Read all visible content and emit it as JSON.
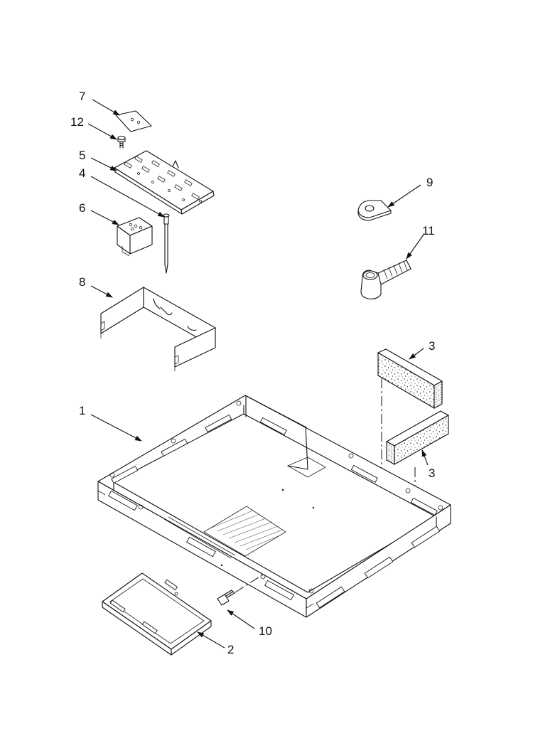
{
  "diagram": {
    "part_labels": [
      {
        "id": "7",
        "text": "7"
      },
      {
        "id": "12",
        "text": "12"
      },
      {
        "id": "5",
        "text": "5"
      },
      {
        "id": "4",
        "text": "4"
      },
      {
        "id": "6",
        "text": "6"
      },
      {
        "id": "8",
        "text": "8"
      },
      {
        "id": "9",
        "text": "9"
      },
      {
        "id": "11",
        "text": "11"
      },
      {
        "id": "3a",
        "text": "3"
      },
      {
        "id": "3b",
        "text": "3"
      },
      {
        "id": "1",
        "text": "1"
      },
      {
        "id": "10",
        "text": "10"
      },
      {
        "id": "2",
        "text": "2"
      }
    ]
  }
}
